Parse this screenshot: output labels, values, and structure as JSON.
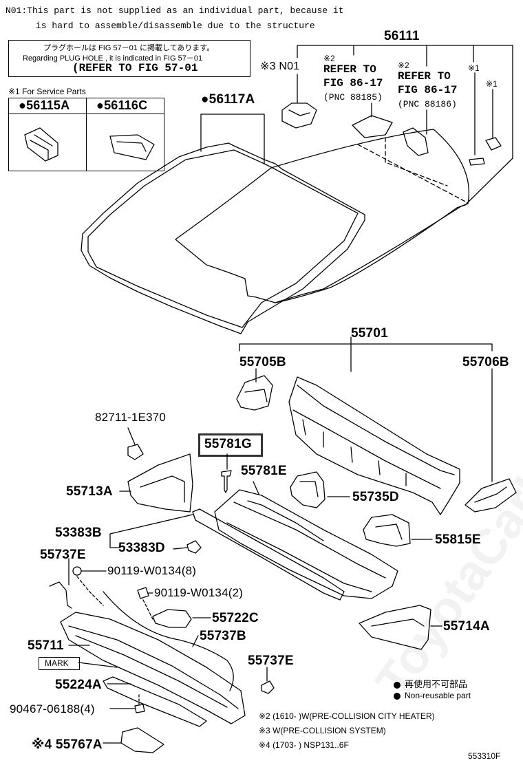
{
  "header_note": {
    "line1": "N01:This part is not supplied as an individual part,  because it",
    "line2": "is hard to assemble/disassemble due to the structure"
  },
  "plug_hole_box": {
    "jp": "プラグホールは FIG 57－01 に掲載してあります。",
    "en": "Regarding  PLUG  HOLE , it is indicated in FIG  57－01",
    "ref": "(REFER TO FIG 57-01"
  },
  "service_parts": {
    "title": "※1 For Service Parts",
    "part_a": "●56115A",
    "part_b": "●56116C"
  },
  "labels": {
    "p56111": "56111",
    "p56117A": "●56117A",
    "n01": "※3 N01",
    "ref1_mark": "※2",
    "ref1_line1": "REFER TO",
    "ref1_line2": "FIG 86-17",
    "ref1_line3": "(PNC 88185)",
    "ref2_mark": "※2",
    "ref2_line1": "REFER TO",
    "ref2_line2": "FIG 86-17",
    "ref2_line3": "(PNC 88186)",
    "mark1a": "※1",
    "mark1b": "※1",
    "p55701": "55701",
    "p55705B": "55705B",
    "p55706B": "55706B",
    "p82711": "82711-1E370",
    "p55781G": "55781G",
    "p55781E": "55781E",
    "p55713A": "55713A",
    "p55735D": "55735D",
    "p53383B": "53383B",
    "p53383D": "53383D",
    "p55815E": "55815E",
    "p55737E_1": "55737E",
    "p90119_8": "90119-W0134(8)",
    "p90119_2": "90119-W0134(2)",
    "p55722C": "55722C",
    "p55714A": "55714A",
    "p55711": "55711",
    "p55737B": "55737B",
    "mark_box": "MARK",
    "p55737E_2": "55737E",
    "p55224A": "55224A",
    "p90467": "90467-06188(4)",
    "p55767A": "※4 55767A"
  },
  "legend": {
    "non_reusable_jp": "再使用不可部品",
    "non_reusable_en": "Non-reusable part"
  },
  "footnotes": {
    "f2": "※2 (1610-      )W(PRE-COLLISION CITY HEATER)",
    "f3": "※3 W(PRE-COLLISION SYSTEM)",
    "f4": "※4 (1703-      ) NSP131..6F"
  },
  "figure_id": "553310F",
  "watermark": "ToyotaCarInline.ru"
}
